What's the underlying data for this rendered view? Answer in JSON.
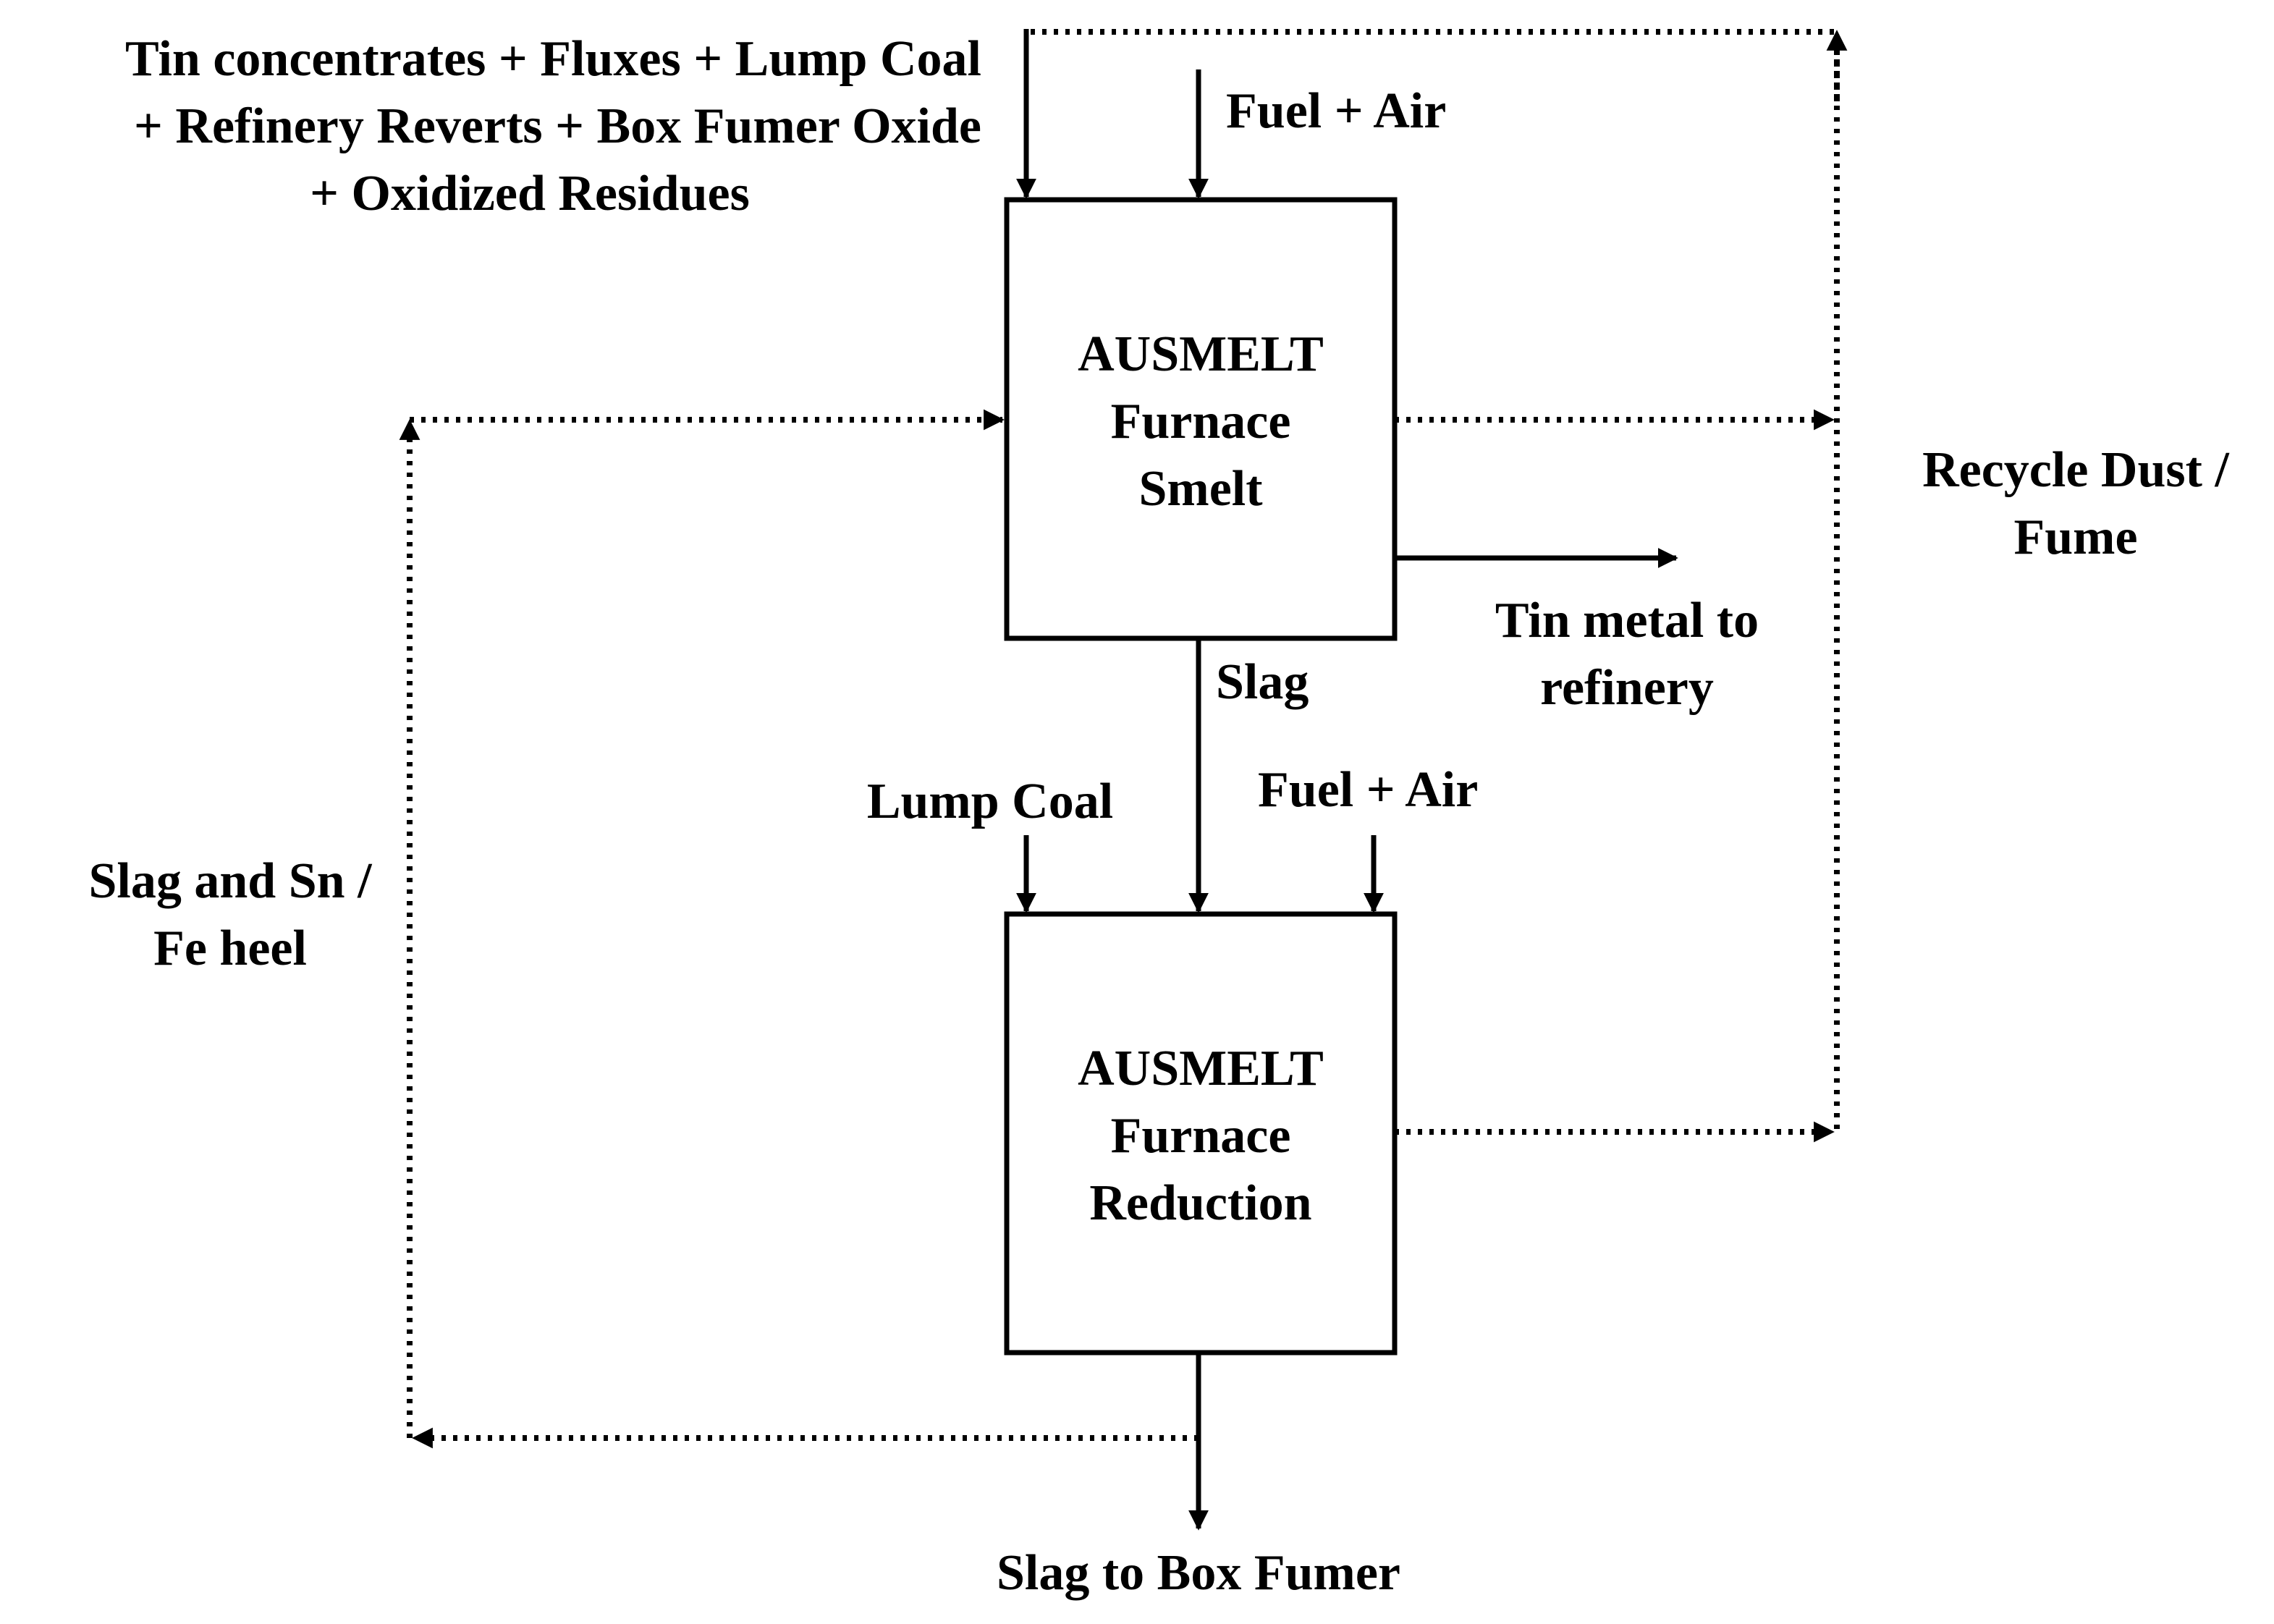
{
  "colors": {
    "ink": "#000000",
    "background": "#ffffff"
  },
  "nodes": {
    "smelt": {
      "line1": "AUSMELT",
      "line2": "Furnace",
      "line3": "Smelt"
    },
    "reduction": {
      "line1": "AUSMELT",
      "line2": "Furnace",
      "line3": "Reduction"
    }
  },
  "labels": {
    "feed": {
      "line1": "Tin concentrates + Fluxes + Lump Coal",
      "line2": "+ Refinery Reverts + Box Fumer Oxide",
      "line3": "+ Oxidized Residues"
    },
    "fuel_air_top": "Fuel + Air",
    "recycle": {
      "line1": "Recycle Dust /",
      "line2": "Fume"
    },
    "tin_metal": {
      "line1": "Tin metal to",
      "line2": "refinery"
    },
    "slag": "Slag",
    "lump_coal": "Lump Coal",
    "fuel_air_bottom": "Fuel + Air",
    "slag_heel": {
      "line1": "Slag and Sn /",
      "line2": "Fe heel"
    },
    "slag_out": "Slag to Box Fumer"
  }
}
